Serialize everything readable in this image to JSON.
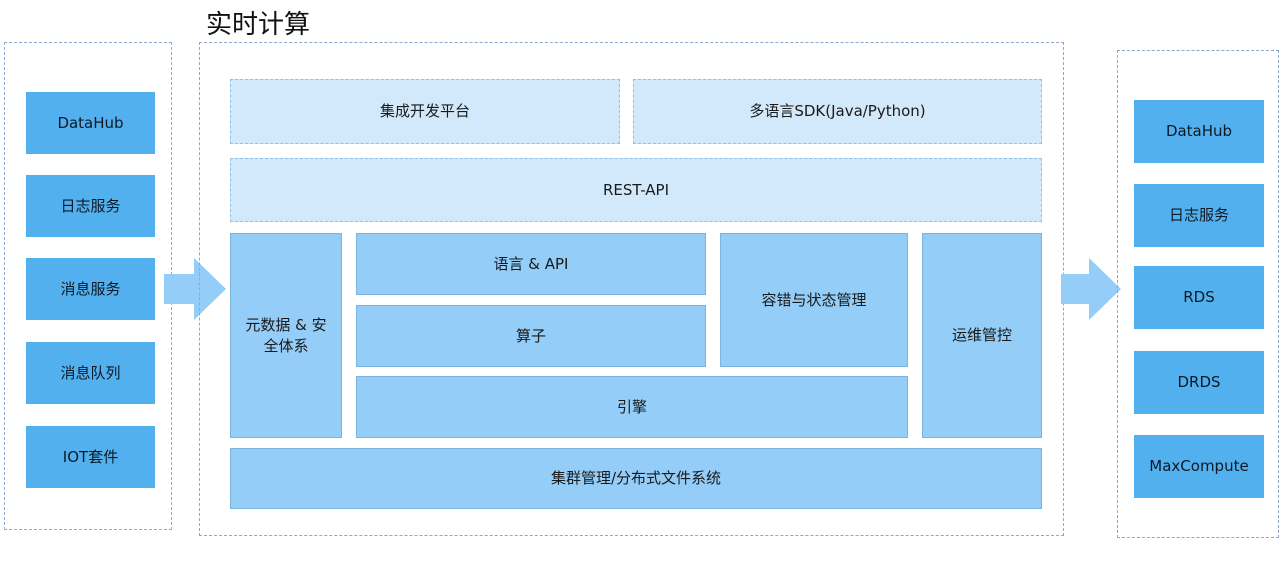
{
  "title": "实时计算",
  "sources": [
    "DataHub",
    "日志服务",
    "消息服务",
    "消息队列",
    "IOT套件"
  ],
  "core": {
    "ide": "集成开发平台",
    "sdk": "多语言SDK(Java/Python)",
    "rest_api": "REST-API",
    "metadata_security": "元数据 & 安全体系",
    "language_api": "语言 & API",
    "operator": "算子",
    "fault_tolerance": "容错与状态管理",
    "ops_control": "运维管控",
    "engine": "引擎",
    "cluster": "集群管理/分布式文件系统"
  },
  "sinks": [
    "DataHub",
    "日志服务",
    "RDS",
    "DRDS",
    "MaxCompute"
  ],
  "colors": {
    "solid": "#52b0ee",
    "light": "#d2e9fb",
    "mid": "#93cdf8",
    "arrow": "#93cdf8",
    "dash": "#8fa7c9"
  }
}
